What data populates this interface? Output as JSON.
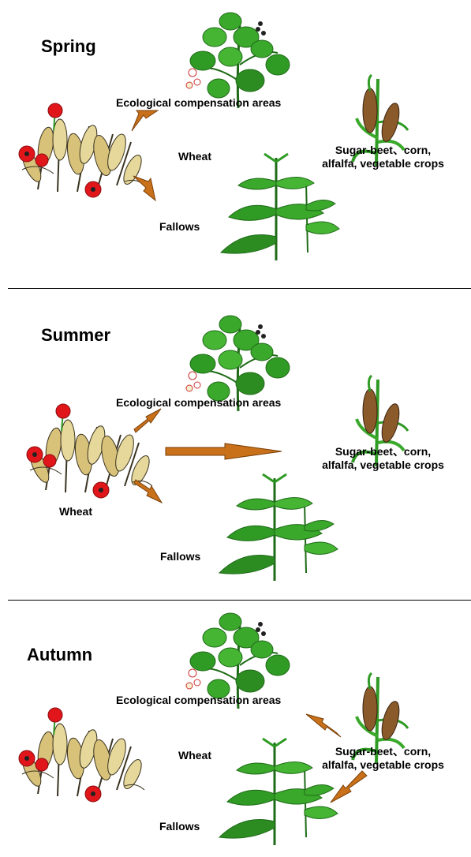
{
  "colors": {
    "arrow": "#c8701a",
    "arrow_stroke": "#7a4008",
    "leaf": "#3aa82a",
    "leaf_dark": "#1f6b18",
    "wheat": "#d8c27a",
    "wheat_dark": "#3a3320",
    "poppy": "#e0161b",
    "corn": "#8a5a2a"
  },
  "panels": [
    {
      "season": "Spring",
      "eca_label": "Ecological compensation areas",
      "wheat_label": "Wheat",
      "crops_line1": "Sugar-beet、corn,",
      "crops_line2": "alfalfa,  vegetable crops",
      "fallows_label": "Fallows",
      "icons": [
        "wheat-poppy-icon",
        "shrub-icon",
        "corn-icon",
        "nettle-icon"
      ]
    },
    {
      "season": "Summer",
      "eca_label": "Ecological compensation areas",
      "wheat_label": "Wheat",
      "crops_line1": "Sugar-beet、corn,",
      "crops_line2": "alfalfa, vegetable crops",
      "fallows_label": "Fallows",
      "icons": [
        "wheat-poppy-icon",
        "shrub-icon",
        "corn-icon",
        "nettle-icon"
      ]
    },
    {
      "season": "Autumn",
      "eca_label": "Ecological compensation areas",
      "wheat_label": "Wheat",
      "crops_line1": "Sugar-beet、corn,",
      "crops_line2": "alfalfa, vegetable crops",
      "fallows_label": "Fallows",
      "icons": [
        "wheat-poppy-icon",
        "shrub-icon",
        "corn-icon",
        "nettle-icon"
      ]
    }
  ]
}
